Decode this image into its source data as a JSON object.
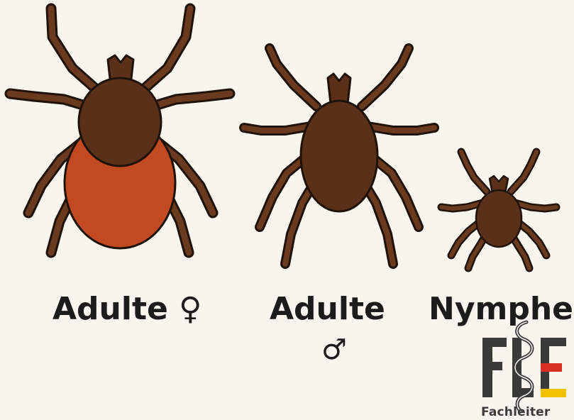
{
  "labels": {
    "female": "Adulte ♀",
    "male": "Adulte",
    "male_symbol": "♂",
    "nymph": "Nymphe"
  },
  "logo": {
    "letters": "FLE",
    "word": "Fachleiter"
  },
  "colors": {
    "background": "#f8f5ef",
    "tick_body": "#5a3018",
    "tick_abdomen_female": "#c24a22",
    "tick_leg": "#6a3a1e",
    "outline": "#1e120a",
    "label_text": "#1c1c1c",
    "logo_dark": "#3a3a3a",
    "logo_red": "#d93025",
    "logo_yellow": "#f2c200"
  }
}
